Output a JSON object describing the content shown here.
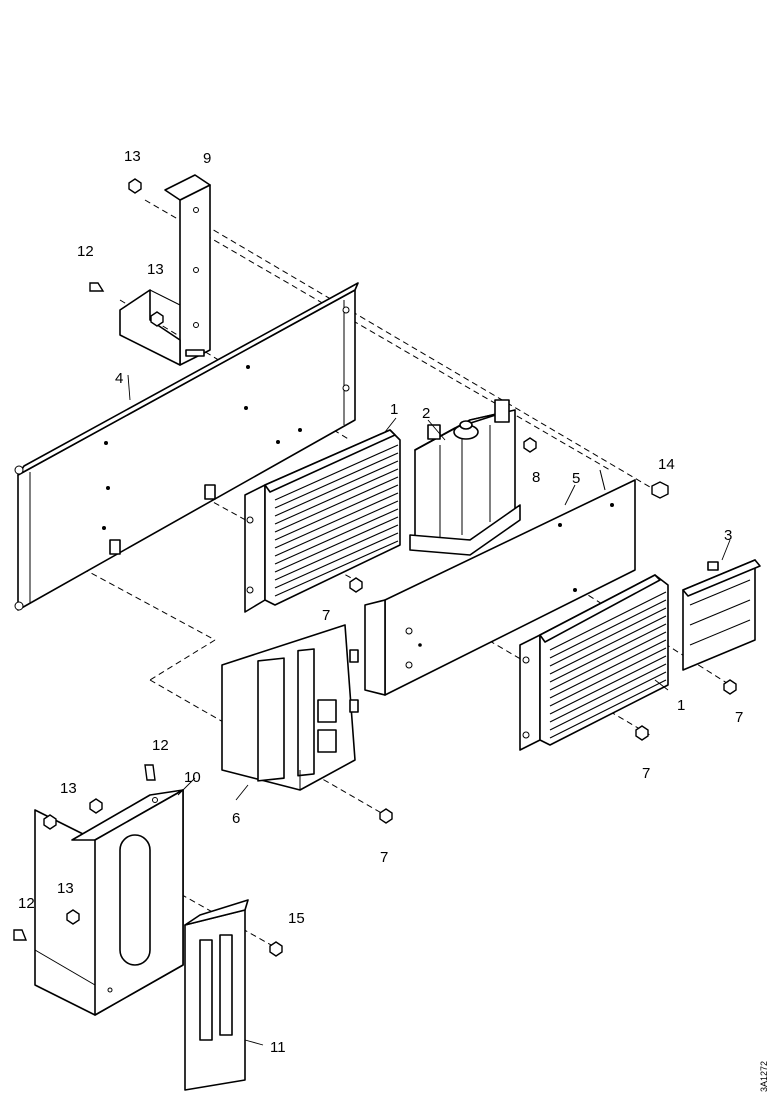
{
  "figure": {
    "drawing_number": "3A1272",
    "callouts": [
      "1",
      "2",
      "3",
      "4",
      "5",
      "6",
      "7",
      "8",
      "9",
      "10",
      "11",
      "12",
      "13",
      "14",
      "15"
    ]
  }
}
